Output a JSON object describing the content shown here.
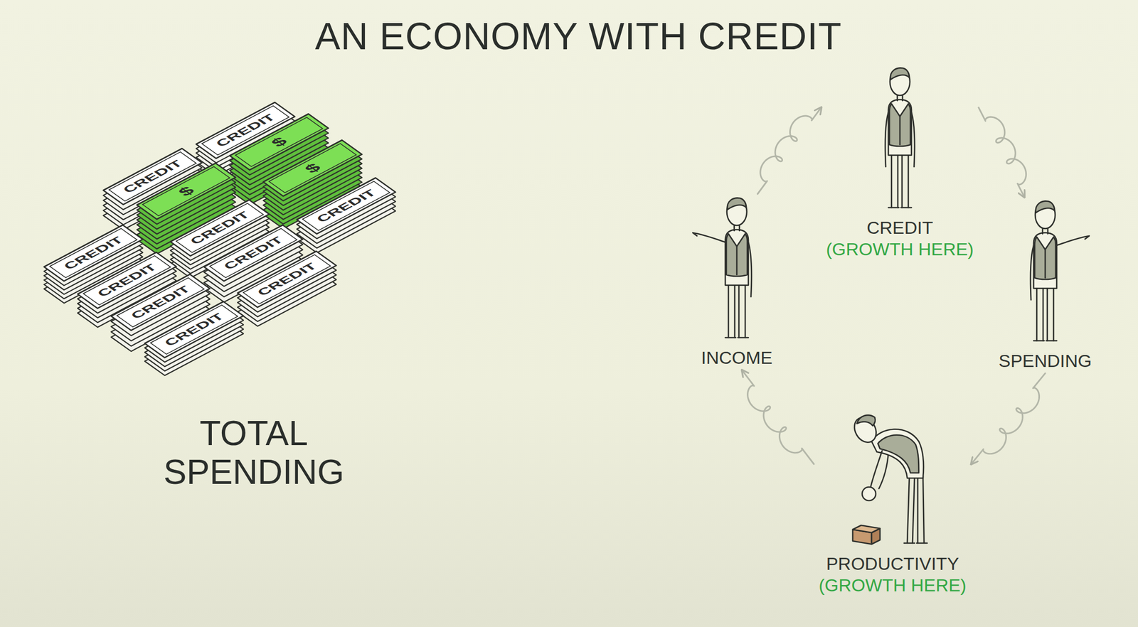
{
  "diagram": {
    "title": "AN ECONOMY WITH CREDIT",
    "nodes": [
      {
        "text": [
          "CREDIT",
          "(GROWTH HERE)"
        ]
      },
      {
        "text": [
          "INCOME"
        ]
      },
      {
        "text": [
          "SPENDING"
        ]
      },
      {
        "text": [
          "PRODUCTIVITY",
          "(GROWTH HERE)"
        ]
      }
    ],
    "edges": [
      {
        "from": 1,
        "to": 0,
        "arrow": "to"
      },
      {
        "from": 0,
        "to": 2,
        "arrow": "to"
      },
      {
        "from": 2,
        "to": 3,
        "arrow": "to"
      },
      {
        "from": 3,
        "to": 1,
        "arrow": "to"
      }
    ],
    "labels": [
      "TOTAL SPENDING",
      "CREDIT",
      "CREDIT",
      "CREDIT",
      "CREDIT",
      "CREDIT",
      "CREDIT",
      "CREDIT",
      "CREDIT",
      "CREDIT",
      "CREDIT",
      "$",
      "$",
      "$"
    ]
  }
}
